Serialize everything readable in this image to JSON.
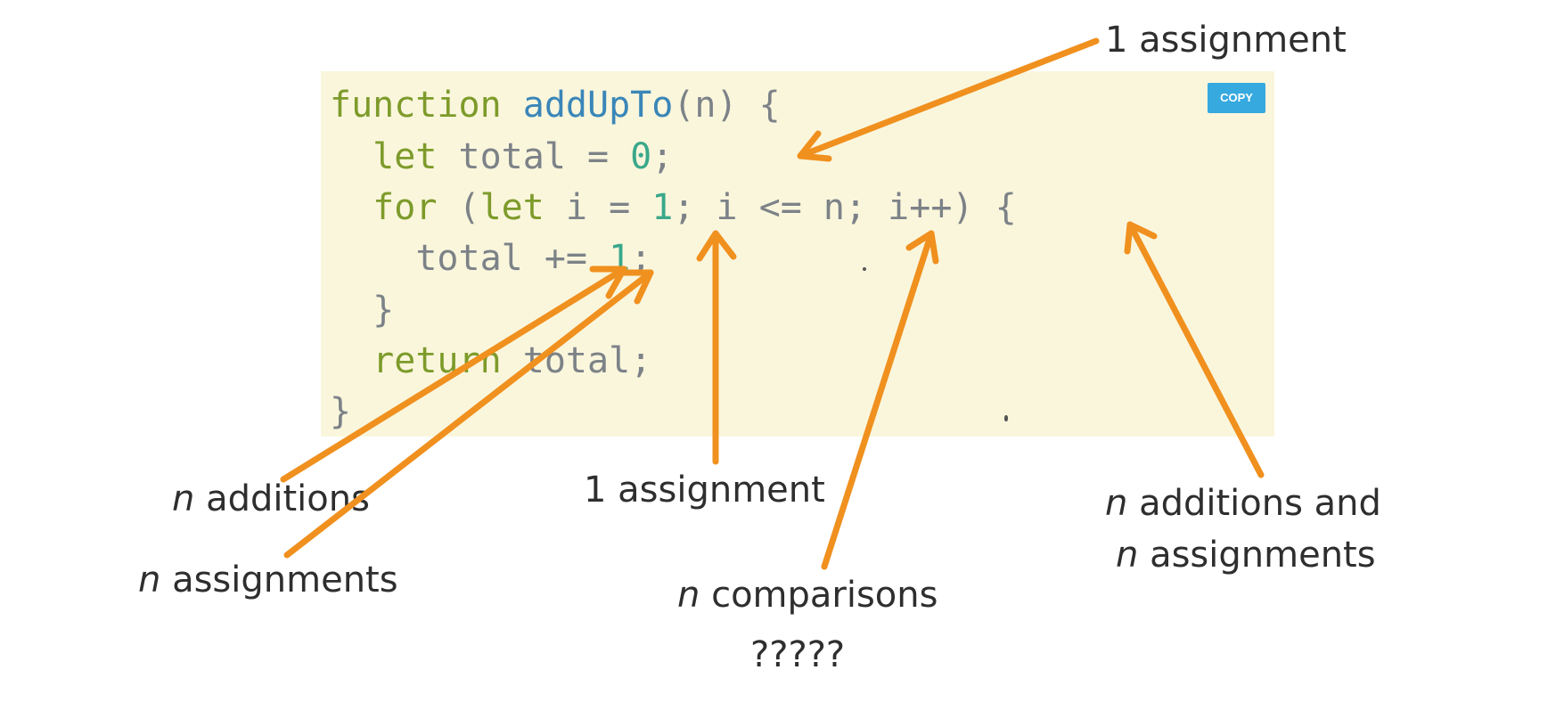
{
  "code": {
    "copy_label": "COPY",
    "lines": [
      [
        {
          "t": "function",
          "c": "kw"
        },
        {
          "t": " "
        },
        {
          "t": "addUpTo",
          "c": "fn"
        },
        {
          "t": "(n) {"
        }
      ],
      [
        {
          "t": "  "
        },
        {
          "t": "let",
          "c": "kw"
        },
        {
          "t": " total = "
        },
        {
          "t": "0",
          "c": "num"
        },
        {
          "t": ";"
        }
      ],
      [
        {
          "t": "  "
        },
        {
          "t": "for",
          "c": "kw"
        },
        {
          "t": " ("
        },
        {
          "t": "let",
          "c": "kw"
        },
        {
          "t": " i = "
        },
        {
          "t": "1",
          "c": "num"
        },
        {
          "t": "; i <= n; i++) {"
        }
      ],
      [
        {
          "t": "    total += "
        },
        {
          "t": "1",
          "c": "num"
        },
        {
          "t": ";"
        }
      ],
      [
        {
          "t": "  }"
        }
      ],
      [
        {
          "t": "  "
        },
        {
          "t": "return",
          "c": "kw"
        },
        {
          "t": " total;"
        }
      ],
      [
        {
          "t": "}"
        }
      ]
    ]
  },
  "annotations": {
    "top_right": {
      "text": "1 assignment"
    },
    "n_additions": {
      "var": "n",
      "text": " additions"
    },
    "n_assignments": {
      "var": "n",
      "text": " assignments"
    },
    "mid_assignment": {
      "text": "1 assignment"
    },
    "n_comparisons": {
      "var": "n",
      "text": " comparisons"
    },
    "question_marks": {
      "text": "?????"
    },
    "right_line1": {
      "var": "n",
      "text": " additions and"
    },
    "right_line2": {
      "var": "n",
      "text": " assignments"
    }
  },
  "colors": {
    "arrow": "#f0901e",
    "panel": "#faf6dc",
    "copy_button": "#36a9df"
  }
}
